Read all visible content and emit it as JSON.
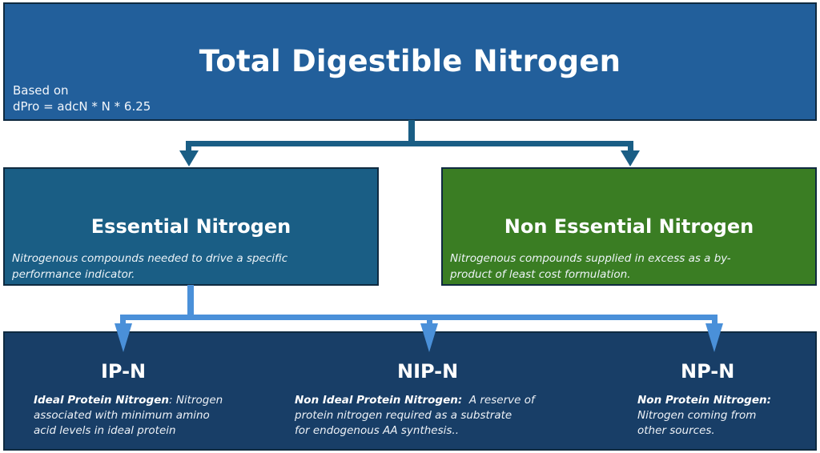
{
  "diagram": {
    "top": {
      "title": "Total Digestible Nitrogen",
      "note_line1": "Based on",
      "note_line2": "dPro = adcN * N * 6.25",
      "color": "#225f9b"
    },
    "essential": {
      "title": "Essential Nitrogen",
      "desc_line1": "Nitrogenous compounds needed to drive a specific",
      "desc_line2": "performance indicator.",
      "color": "#1a5e85"
    },
    "non_essential": {
      "title": "Non Essential Nitrogen",
      "desc_line1": "Nitrogenous compounds supplied in excess as a by-",
      "desc_line2": "product of least cost formulation.",
      "color": "#3a7d23"
    },
    "leaves": [
      {
        "title": "IP-N",
        "term": "Ideal Protein Nitrogen",
        "sep": ": ",
        "line1_rest": "Nitrogen",
        "line2": "associated with minimum amino",
        "line3": "acid levels in ideal protein"
      },
      {
        "title": "NIP-N",
        "term": "Non Ideal Protein Nitrogen:",
        "sep": "  ",
        "line1_rest": "A reserve of",
        "line2": "protein nitrogen required as a substrate",
        "line3": "for endogenous AA synthesis.."
      },
      {
        "title": "NP-N",
        "term": "Non Protein Nitrogen:",
        "sep": "",
        "line1_rest": "",
        "line2": "Nitrogen coming from",
        "line3": "other sources."
      }
    ],
    "leaf_box_color": "#183e67",
    "connector_dark_color": "#1a5e85",
    "connector_light_color": "#4a90d9"
  }
}
